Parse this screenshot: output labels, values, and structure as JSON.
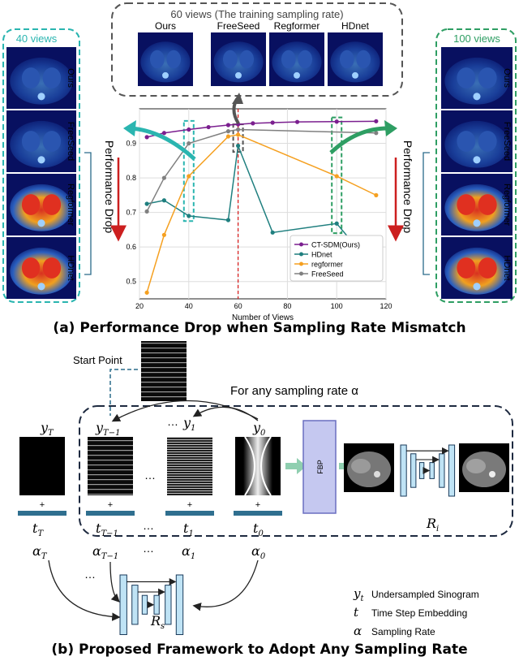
{
  "figure": {
    "caption_a": "(a) Performance Drop when Sampling Rate Mismatch",
    "caption_b": "(b) Proposed Framework to Adopt Any Sampling Rate"
  },
  "panel_a": {
    "top_box": {
      "title": "60 views (The training sampling rate)",
      "labels": [
        "Ours",
        "FreeSeed",
        "Regformer",
        "HDnet"
      ]
    },
    "left_box": {
      "title": "40 views",
      "labels": [
        "Ours",
        "FreeSeed",
        "Regformer",
        "HDnet"
      ],
      "side_label": "Performance Drop"
    },
    "right_box": {
      "title": "100 views",
      "labels": [
        "Ours",
        "FreeSeed",
        "Regformer",
        "HDnet"
      ],
      "side_label": "Performance Drop"
    },
    "colors": {
      "teal_box": "#2ab5b0",
      "green_box": "#2e9e63",
      "drop_arrow": "#cc1f1f",
      "gray_box": "#555555"
    }
  },
  "chart_data": {
    "type": "line",
    "title": "",
    "xlabel": "Number of Views",
    "ylabel": "",
    "xlim": [
      20,
      120
    ],
    "ylim": [
      0.45,
      1.0
    ],
    "xticks": [
      20,
      40,
      60,
      80,
      100,
      120
    ],
    "yticks": [
      0.5,
      0.6,
      0.7,
      0.8,
      0.9
    ],
    "grid": true,
    "legend": "bottom-right",
    "reference_line_x": 60,
    "series": [
      {
        "name": "CT-SDM(Ours)",
        "color": "#7b1f8f",
        "x": [
          23,
          30,
          40,
          48,
          56,
          60,
          66,
          74,
          84,
          100,
          116
        ],
        "y": [
          0.918,
          0.93,
          0.94,
          0.947,
          0.953,
          0.955,
          0.958,
          0.96,
          0.962,
          0.963,
          0.964
        ]
      },
      {
        "name": "HDnet",
        "color": "#1f7f7f",
        "x": [
          23,
          30,
          40,
          56,
          60,
          74,
          100,
          116
        ],
        "y": [
          0.725,
          0.735,
          0.69,
          0.678,
          0.893,
          0.642,
          0.668,
          0.532
        ]
      },
      {
        "name": "regformer",
        "color": "#f5a020",
        "x": [
          23,
          30,
          40,
          56,
          60,
          100,
          116
        ],
        "y": [
          0.468,
          0.635,
          0.805,
          0.92,
          0.925,
          0.805,
          0.75
        ]
      },
      {
        "name": "FreeSeed",
        "color": "#808080",
        "x": [
          23,
          30,
          40,
          56,
          60,
          116
        ],
        "y": [
          0.703,
          0.8,
          0.9,
          0.935,
          0.94,
          0.93
        ]
      }
    ]
  },
  "panel_b": {
    "start_point": "Start Point",
    "any_rate": "For any sampling rate α",
    "y_T": "y",
    "y_T_sub": "T",
    "y_Tm1_sub": "T−1",
    "y_1_sub": "1",
    "y_0_sub": "0",
    "dots": "…",
    "plus": "+",
    "t_label": "t",
    "alpha_label": "α",
    "sub_T": "T",
    "sub_Tm1": "T−1",
    "sub_1": "1",
    "sub_0": "0",
    "fbp": "FBP",
    "R": "R",
    "R_i_sub": "i",
    "R_s_sub": "s",
    "legend": [
      {
        "sym": "y",
        "sub": "t",
        "text": "Undersampled Sinogram"
      },
      {
        "sym": "t",
        "sub": "",
        "text": "Time Step Embedding"
      },
      {
        "sym": "α",
        "sub": "",
        "text": "Sampling Rate"
      }
    ],
    "colors": {
      "bar": "#2f6f8f",
      "fbp": "#c5c8f0",
      "unet": "#bfe3f5",
      "flow_arrow": "#8fcfb0"
    }
  }
}
